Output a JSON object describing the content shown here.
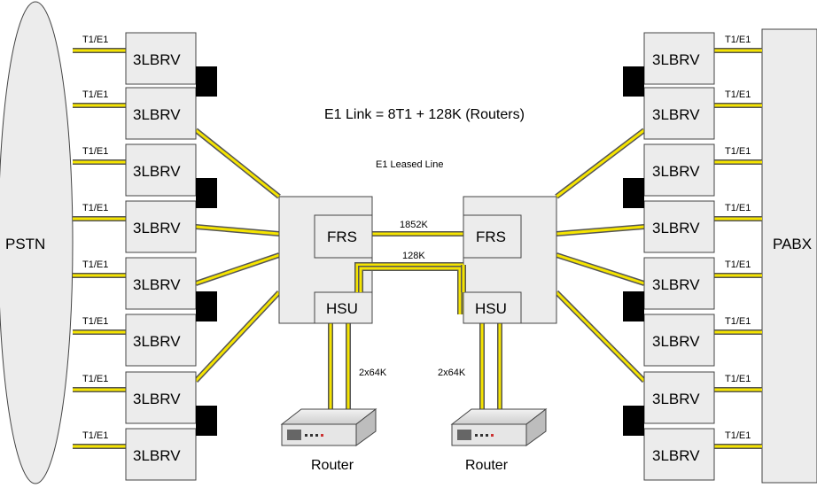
{
  "title": "E1 Link = 8T1 + 128K (Routers)",
  "subtitle": "E1 Leased Line",
  "pstn_label": "PSTN",
  "pabx_label": "PABX",
  "device_label": "3LBRV",
  "link_label": "T1/E1",
  "frs_label": "FRS",
  "hsu_label": "HSU",
  "speed_1852": "1852K",
  "speed_128": "128K",
  "speed_2x64": "2x64K",
  "router_label": "Router",
  "colors": {
    "link_yellow": "#f5e400",
    "box_fill": "#ececec",
    "stroke": "#555555"
  }
}
